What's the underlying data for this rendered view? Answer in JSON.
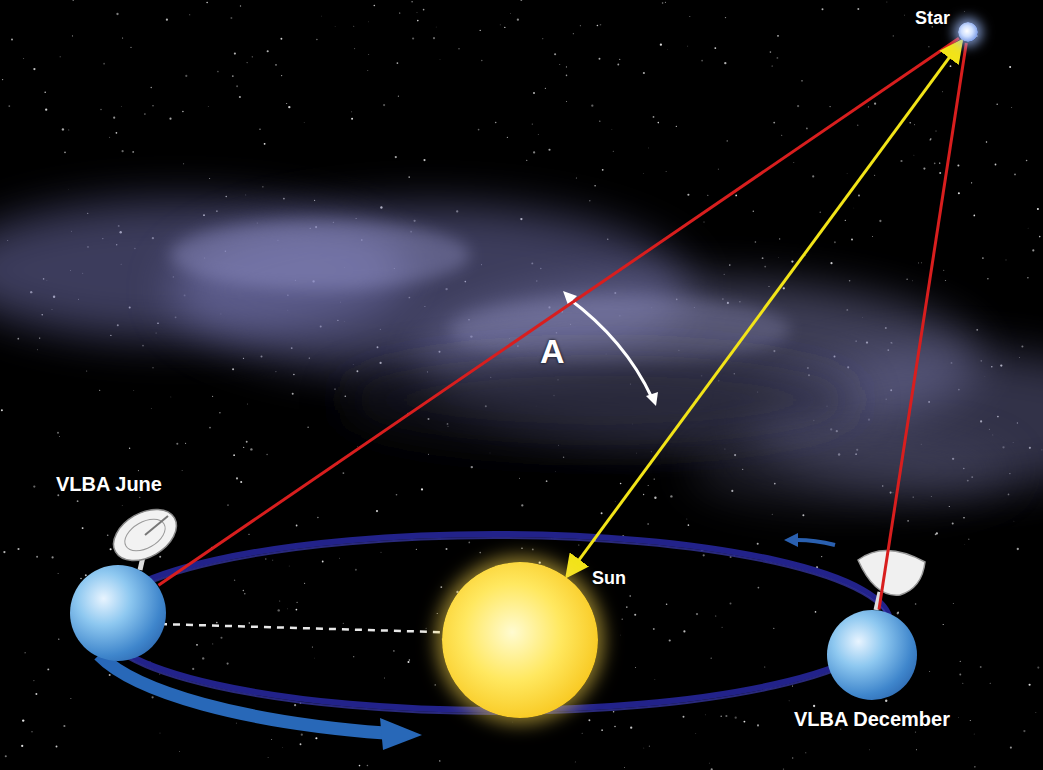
{
  "diagram": {
    "nodes": [
      {
        "text": [
          "Star"
        ]
      },
      {
        "text": [
          "VLBA June"
        ]
      },
      {
        "text": [
          "Sun"
        ]
      },
      {
        "text": [
          "VLBA December"
        ]
      }
    ],
    "edges": [
      {
        "from": 1,
        "to": 0,
        "arrow": "none"
      },
      {
        "from": 2,
        "to": 0,
        "arrow": "both"
      },
      {
        "from": 3,
        "to": 0,
        "arrow": "none"
      }
    ],
    "labels": [
      "A"
    ]
  }
}
